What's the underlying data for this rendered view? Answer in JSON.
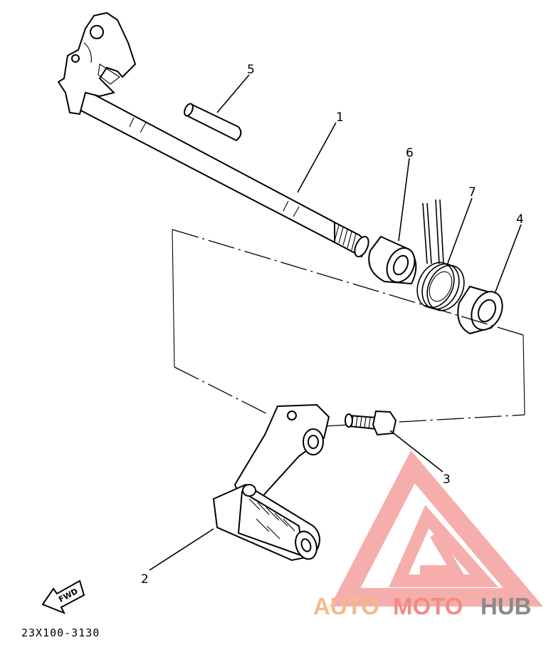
{
  "diagram": {
    "callouts": [
      {
        "id": "1",
        "label": "1"
      },
      {
        "id": "2",
        "label": "2"
      },
      {
        "id": "3",
        "label": "3"
      },
      {
        "id": "4",
        "label": "4"
      },
      {
        "id": "5",
        "label": "5"
      },
      {
        "id": "6",
        "label": "6"
      },
      {
        "id": "7",
        "label": "7"
      }
    ],
    "fwd_label": "FWD",
    "part_number": "23X100-3130"
  },
  "watermark": {
    "text_auto": "AUTO",
    "text_moto": "MOTO",
    "text_hub": "HUB",
    "colors": {
      "auto": "#f5b98a",
      "moto": "#f28a86",
      "hub": "#8a8a8a",
      "triangle": "#f4a09e"
    }
  }
}
